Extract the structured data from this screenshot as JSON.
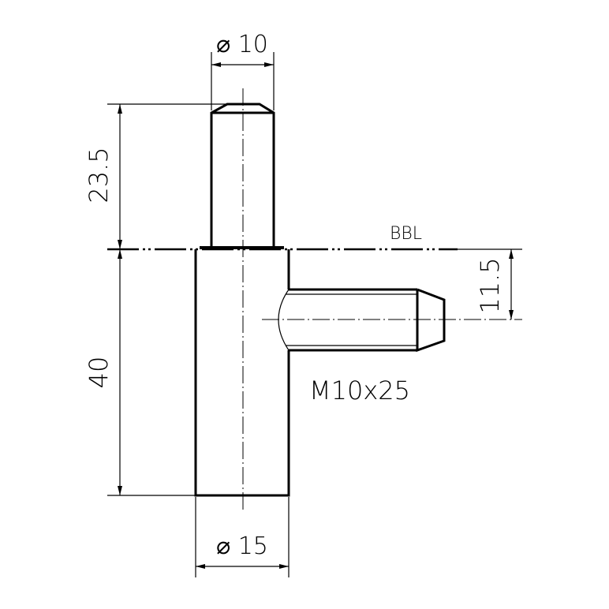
{
  "drawing": {
    "dimensions": {
      "pin_diameter": "⌀ 10",
      "pin_length": "23.5",
      "body_length": "40",
      "thread_offset": "11.5",
      "body_diameter": "⌀ 15"
    },
    "labels": {
      "reference_line": "BBL",
      "thread_spec": "M10x25"
    }
  }
}
